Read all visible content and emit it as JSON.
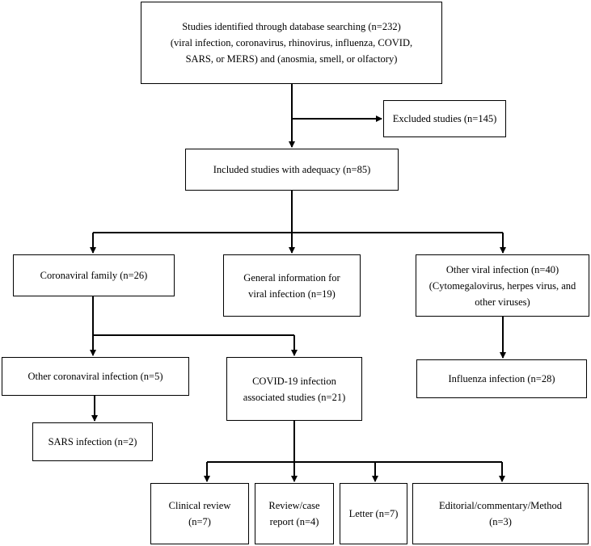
{
  "boxes": {
    "identified": [
      "Studies identified through database searching (n=232)",
      "(viral infection, coronavirus, rhinovirus, influenza, COVID,",
      "SARS, or MERS) and (anosmia, smell, or olfactory)"
    ],
    "excluded": [
      "Excluded studies (n=145)"
    ],
    "included": [
      "Included studies with adequacy (n=85)"
    ],
    "coronaviral_family": [
      "Coronaviral family (n=26)"
    ],
    "general_info": [
      "General information for",
      "viral infection (n=19)"
    ],
    "other_viral": [
      "Other viral infection (n=40)",
      "(Cytomegalovirus, herpes virus, and",
      "other viruses)"
    ],
    "other_coronaviral": [
      "Other coronaviral infection (n=5)"
    ],
    "covid19": [
      "COVID-19 infection",
      "associated studies (n=21)"
    ],
    "influenza": [
      "Influenza infection (n=28)"
    ],
    "sars": [
      "SARS infection (n=2)"
    ],
    "clinical_review": [
      "Clinical review",
      "(n=7)"
    ],
    "review_case": [
      "Review/case",
      "report (n=4)"
    ],
    "letter": [
      "Letter (n=7)"
    ],
    "editorial": [
      "Editorial/commentary/Method",
      "(n=3)"
    ]
  },
  "colors": {
    "line": "#000000",
    "box_border": "#000000",
    "background": "#ffffff"
  }
}
